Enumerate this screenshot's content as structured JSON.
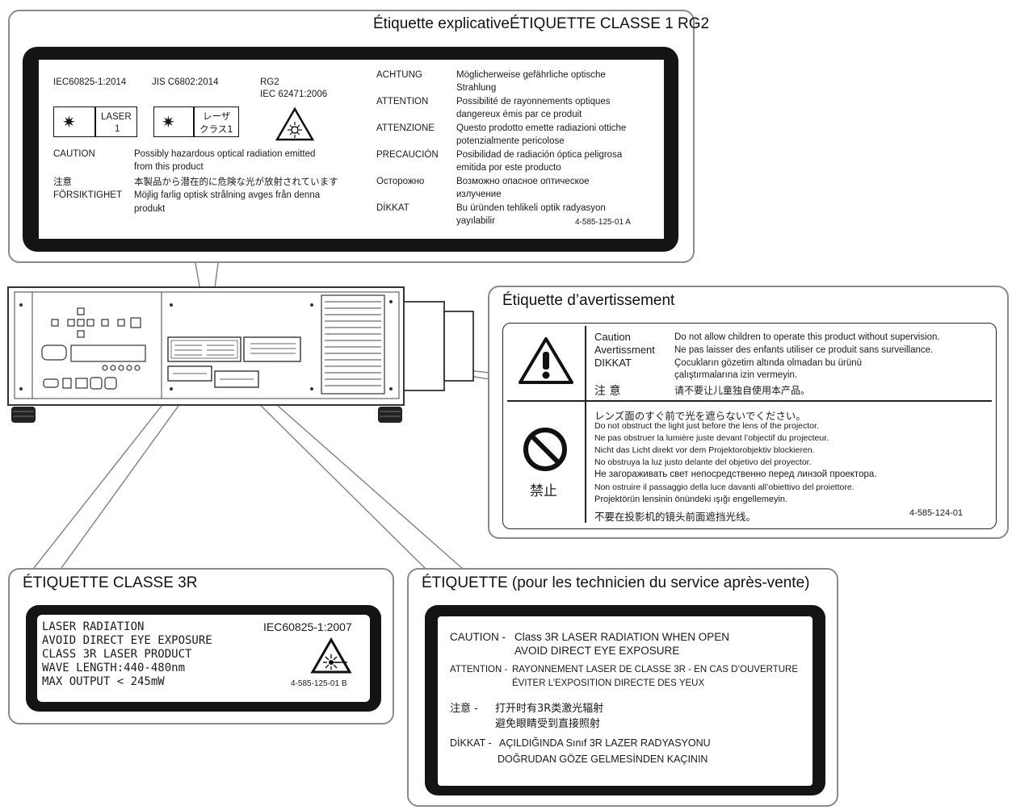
{
  "top_label": {
    "title": "Étiquette explicativeÉTIQUETTE CLASSE 1 RG2",
    "std1": "IEC60825-1:2014",
    "std2": "JIS C6802:2014",
    "std3a": "RG2",
    "std3b": "IEC 62471:2006",
    "laser_box": "LASER",
    "laser_num": "1",
    "jp_box1": "レーザ",
    "jp_box2": "クラス1",
    "rows_left": [
      {
        "k": "CAUTION",
        "v": "Possibly hazardous optical radiation emitted",
        "v2": "from this product"
      },
      {
        "k": "注意",
        "v": "本製品から潜在的に危険な光が放射されています",
        "v2": ""
      },
      {
        "k": "FÖRSIKTIGHET",
        "v": "Möjlig farlig optisk strålning avges från denna",
        "v2": "produkt"
      }
    ],
    "rows_right": [
      {
        "k": "ACHTUNG",
        "v": "Möglicherweise gefährliche optische",
        "v2": "Strahlung"
      },
      {
        "k": "ATTENTION",
        "v": "Possibilité de rayonnements optiques",
        "v2": "dangereux émis par ce produit"
      },
      {
        "k": "ATTENZIONE",
        "v": "Questo prodotto emette radiazioni ottiche",
        "v2": "potenzialmente pericolose"
      },
      {
        "k": "PRECAUCIÓN",
        "v": "Posibilidad de radiación óptica peligrosa",
        "v2": "emitida por este producto"
      },
      {
        "k": "Осторожно",
        "v": "Возможно опасное оптическое",
        "v2": "излучение"
      },
      {
        "k": "DİKKAT",
        "v": "Bu üründen tehlikeli optik radyasyon",
        "v2": "yayılabilir"
      }
    ],
    "code": "4-585-125-01 A"
  },
  "warning_label": {
    "title": "Étiquette d’avertissement",
    "rows": [
      {
        "k": "Caution",
        "v": "Do not allow children to operate this product without supervision."
      },
      {
        "k": "Avertissment",
        "v": "Ne pas laisser des enfants utiliser ce produit sans surveillance."
      },
      {
        "k": "DIKKAT",
        "v": "Çocukların gözetim altında olmadan bu ürünü"
      },
      {
        "k": "",
        "v": "çalıştırmalarına izin vermeyin."
      },
      {
        "k": "注 意",
        "v": "请不要让儿童独自使用本产品。"
      }
    ],
    "prohibit_label": "禁止",
    "lines": [
      "レンズ面のすぐ前で光を遮らないでください。",
      "Do not obstruct the light just before the lens of the projector.",
      "Ne pas obstruer la lumière juste devant l’objectif du projecteur.",
      "Nicht das Licht direkt vor dem Projektorobjektiv blockieren.",
      "No obstruya la luz justo delante del objetivo del proyector.",
      "Не загораживать свет непосредственно перед линзой проектора.",
      "Non ostruire il passaggio della luce davanti all’obiettivo del proiettore.",
      "Projektörün lensinin önündeki ışığı engellemeyin.",
      "不要在投影机的镜头前面遮挡光线。"
    ],
    "code": "4-585-124-01"
  },
  "class3r_label": {
    "title": "ÉTIQUETTE CLASSE 3R",
    "lines": [
      "LASER RADIATION",
      "AVOID DIRECT EYE EXPOSURE",
      "CLASS 3R LASER PRODUCT",
      "WAVE LENGTH:440-480nm",
      "MAX OUTPUT  < 245mW"
    ],
    "standard": "IEC60825-1:2007",
    "code": "4-585-125-01 B"
  },
  "service_label": {
    "title": "ÉTIQUETTE (pour les technicien du service après-vente)",
    "rows": [
      {
        "k": "CAUTION -",
        "v1": "Class 3R LASER RADIATION WHEN OPEN",
        "v2": "AVOID DIRECT EYE EXPOSURE"
      },
      {
        "k": "ATTENTION -",
        "v1": "RAYONNEMENT LASER DE CLASSE 3R - EN CAS D’OUVERTURE",
        "v2": "ÉVITER L’EXPOSITION DIRECTE DES YEUX"
      },
      {
        "k": "注意 -",
        "v1": "打开时有3R类激光辐射",
        "v2": "避免眼睛受到直接照射"
      },
      {
        "k": "DİKKAT -",
        "v1": "AÇILDIĞINDA Sınıf 3R LAZER RADYASYONU",
        "v2": "DOĞRUDAN GÖZE GELMESİNDEN KAÇININ"
      }
    ]
  },
  "colors": {
    "frame": "#8a8a8a",
    "label_black": "#141414"
  }
}
